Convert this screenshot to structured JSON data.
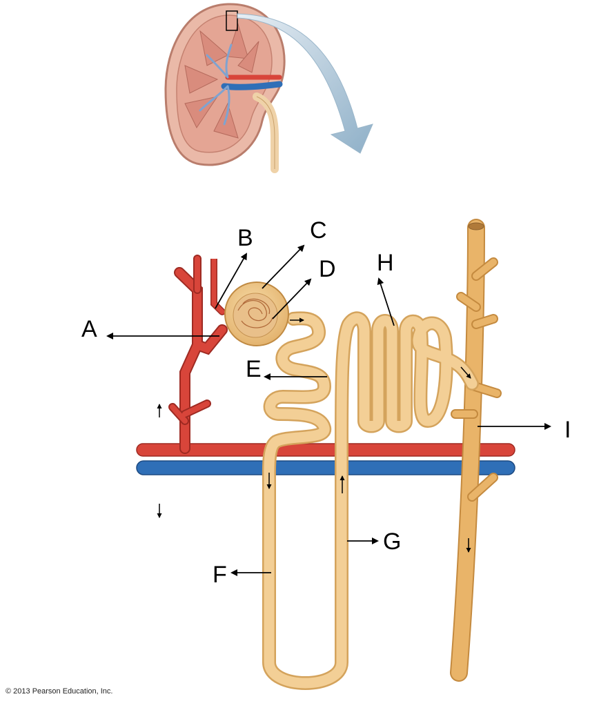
{
  "labels": {
    "A": "A",
    "B": "B",
    "C": "C",
    "D": "D",
    "E": "E",
    "F": "F",
    "G": "G",
    "H": "H",
    "I": "I"
  },
  "copyright": "© 2013 Pearson Education, Inc.",
  "colors": {
    "tubule": "#f3cf96",
    "tubule_edge": "#d4a35c",
    "duct": "#e9b469",
    "duct_edge": "#c48a3f",
    "artery": "#d8453a",
    "artery_edge": "#9e2a22",
    "vein": "#2f6fb7",
    "vein_edge": "#1d4a82",
    "kidney": "#e8b3a4",
    "pointer_arrow": "#a9c4d8"
  }
}
